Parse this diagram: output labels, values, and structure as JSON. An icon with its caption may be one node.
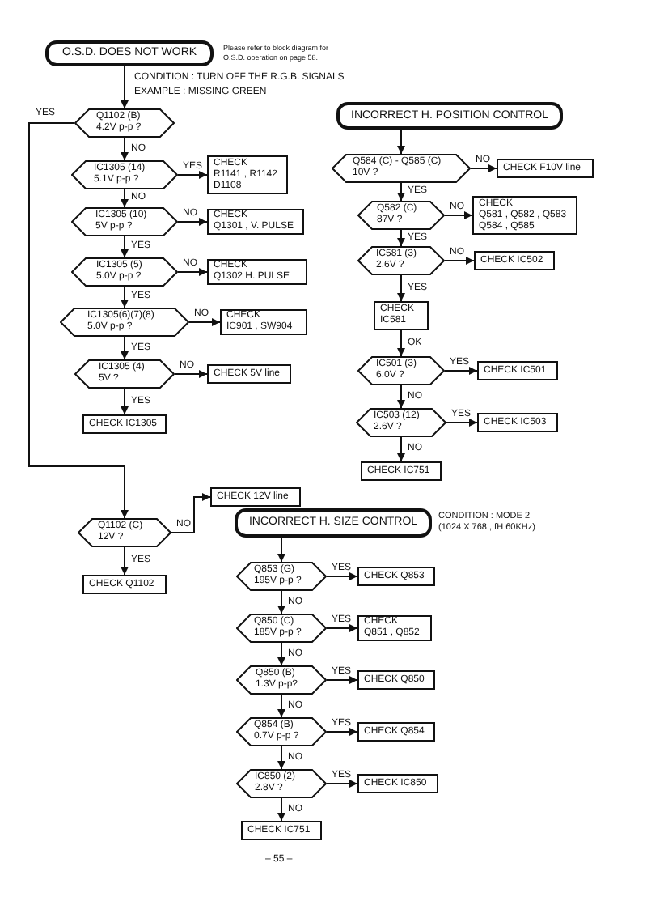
{
  "diagram": {
    "nodes": [
      {
        "text": [
          "O.S.D. DOES NOT WORK"
        ]
      },
      {
        "text": [
          "Q1102 (B) 4.2V p-p ?"
        ]
      },
      {
        "text": [
          "IC1305 (14) 5.1V p-p ?"
        ]
      },
      {
        "text": [
          "CHECK",
          "R1141 , R1142 D1108"
        ]
      },
      {
        "text": [
          "IC1305 (10) 5V p-p ?"
        ]
      },
      {
        "text": [
          "CHECK",
          "Q1301 , V. PULSE"
        ]
      },
      {
        "text": [
          "IC1305 (5) 5.0V p-p ?"
        ]
      },
      {
        "text": [
          "CHECK",
          "Q1302 H. PULSE"
        ]
      },
      {
        "text": [
          "IC1305(6)(7)(8) 5.0V p-p ?"
        ]
      },
      {
        "text": [
          "CHECK",
          "IC901 , SW904"
        ]
      },
      {
        "text": [
          "IC1305 (4) 5V ?"
        ]
      },
      {
        "text": [
          "CHECK 5V line"
        ]
      },
      {
        "text": [
          "CHECK IC1305"
        ]
      },
      {
        "text": [
          "Q1102 (C) 12V ?"
        ]
      },
      {
        "text": [
          "CHECK 12V line"
        ]
      },
      {
        "text": [
          "CHECK Q1102"
        ]
      },
      {
        "text": [
          "INCORRECT H. POSITION CONTROL"
        ]
      },
      {
        "text": [
          "Q584 (C) - Q585 (C) 10V ?"
        ]
      },
      {
        "text": [
          "CHECK F10V line"
        ]
      },
      {
        "text": [
          "Q582 (C) 87V ?"
        ]
      },
      {
        "text": [
          "CHECK",
          "Q581 , Q582 , Q583 Q584 , Q585"
        ]
      },
      {
        "text": [
          "IC581 (3) 2.6V ?"
        ]
      },
      {
        "text": [
          "CHECK IC502"
        ]
      },
      {
        "text": [
          "CHECK",
          "IC581"
        ]
      },
      {
        "text": [
          "IC501 (3) 6.0V ?"
        ]
      },
      {
        "text": [
          "CHECK IC501"
        ]
      },
      {
        "text": [
          "IC503 (12) 2.6V ?"
        ]
      },
      {
        "text": [
          "CHECK IC503"
        ]
      },
      {
        "text": [
          "CHECK IC751"
        ]
      },
      {
        "text": [
          "INCORRECT H. SIZE CONTROL"
        ],
        "beside": [
          "CONDITION : MODE 2 (1024 X 768 , fH 60KHz)"
        ]
      },
      {
        "text": [
          "Q853 (G) 195V p-p ?"
        ]
      },
      {
        "text": [
          "CHECK Q853"
        ]
      },
      {
        "text": [
          "Q850 (C) 185V p-p ?"
        ]
      },
      {
        "text": [
          "CHECK",
          "Q851 , Q852"
        ]
      },
      {
        "text": [
          "Q850 (B) 1.3V p-p?"
        ]
      },
      {
        "text": [
          "CHECK Q850"
        ]
      },
      {
        "text": [
          "Q854 (B) 0.7V p-p ?"
        ]
      },
      {
        "text": [
          "CHECK Q854"
        ]
      },
      {
        "text": [
          "IC850 (2) 2.8V ?"
        ]
      },
      {
        "text": [
          "CHECK IC850"
        ]
      },
      {
        "text": [
          "CHECK IC751"
        ]
      }
    ],
    "edges": [
      {
        "from": 0,
        "to": 1,
        "arrow": "to"
      },
      {
        "from": 1,
        "to": 13,
        "arrow": "to",
        "label": "YES"
      },
      {
        "from": 1,
        "to": 2,
        "arrow": "to",
        "label": "NO"
      },
      {
        "from": 2,
        "to": 3,
        "arrow": "to",
        "label": "YES"
      },
      {
        "from": 2,
        "to": 4,
        "arrow": "to",
        "label": "NO"
      },
      {
        "from": 4,
        "to": 5,
        "arrow": "to",
        "label": "NO"
      },
      {
        "from": 4,
        "to": 6,
        "arrow": "to",
        "label": "YES"
      },
      {
        "from": 6,
        "to": 7,
        "arrow": "to",
        "label": "NO"
      },
      {
        "from": 6,
        "to": 8,
        "arrow": "to",
        "label": "YES"
      },
      {
        "from": 8,
        "to": 9,
        "arrow": "to",
        "label": "NO"
      },
      {
        "from": 8,
        "to": 10,
        "arrow": "to",
        "label": "YES"
      },
      {
        "from": 10,
        "to": 11,
        "arrow": "to",
        "label": "NO"
      },
      {
        "from": 10,
        "to": 12,
        "arrow": "to",
        "label": "YES"
      },
      {
        "from": 13,
        "to": 14,
        "arrow": "to",
        "label": "NO"
      },
      {
        "from": 13,
        "to": 15,
        "arrow": "to",
        "label": "YES"
      },
      {
        "from": 16,
        "to": 17,
        "arrow": "to"
      },
      {
        "from": 17,
        "to": 18,
        "arrow": "to",
        "label": "NO"
      },
      {
        "from": 17,
        "to": 19,
        "arrow": "to",
        "label": "YES"
      },
      {
        "from": 19,
        "to": 20,
        "arrow": "to",
        "label": "NO"
      },
      {
        "from": 19,
        "to": 21,
        "arrow": "to",
        "label": "YES"
      },
      {
        "from": 21,
        "to": 22,
        "arrow": "to",
        "label": "NO"
      },
      {
        "from": 21,
        "to": 23,
        "arrow": "to",
        "label": "YES"
      },
      {
        "from": 23,
        "to": 24,
        "arrow": "to",
        "label": "OK"
      },
      {
        "from": 24,
        "to": 25,
        "arrow": "to",
        "label": "YES"
      },
      {
        "from": 24,
        "to": 26,
        "arrow": "to",
        "label": "NO"
      },
      {
        "from": 26,
        "to": 27,
        "arrow": "to",
        "label": "YES"
      },
      {
        "from": 26,
        "to": 28,
        "arrow": "to",
        "label": "NO"
      },
      {
        "from": 29,
        "to": 30,
        "arrow": "to"
      },
      {
        "from": 30,
        "to": 31,
        "arrow": "to",
        "label": "YES"
      },
      {
        "from": 30,
        "to": 32,
        "arrow": "to",
        "label": "NO"
      },
      {
        "from": 32,
        "to": 33,
        "arrow": "to",
        "label": "YES"
      },
      {
        "from": 32,
        "to": 34,
        "arrow": "to",
        "label": "NO"
      },
      {
        "from": 34,
        "to": 35,
        "arrow": "to",
        "label": "YES"
      },
      {
        "from": 34,
        "to": 36,
        "arrow": "to",
        "label": "NO"
      },
      {
        "from": 36,
        "to": 37,
        "arrow": "to",
        "label": "YES"
      },
      {
        "from": 36,
        "to": 38,
        "arrow": "to",
        "label": "NO"
      },
      {
        "from": 38,
        "to": 39,
        "arrow": "to",
        "label": "YES"
      },
      {
        "from": 38,
        "to": 40,
        "arrow": "to",
        "label": "NO"
      }
    ],
    "labels": [
      "Please refer to block diagram for O.S.D. operation on page 58.",
      "CONDITION : TURN OFF THE R.G.B. SIGNALS",
      "EXAMPLE : MISSING GREEN",
      "– 55 –"
    ]
  }
}
